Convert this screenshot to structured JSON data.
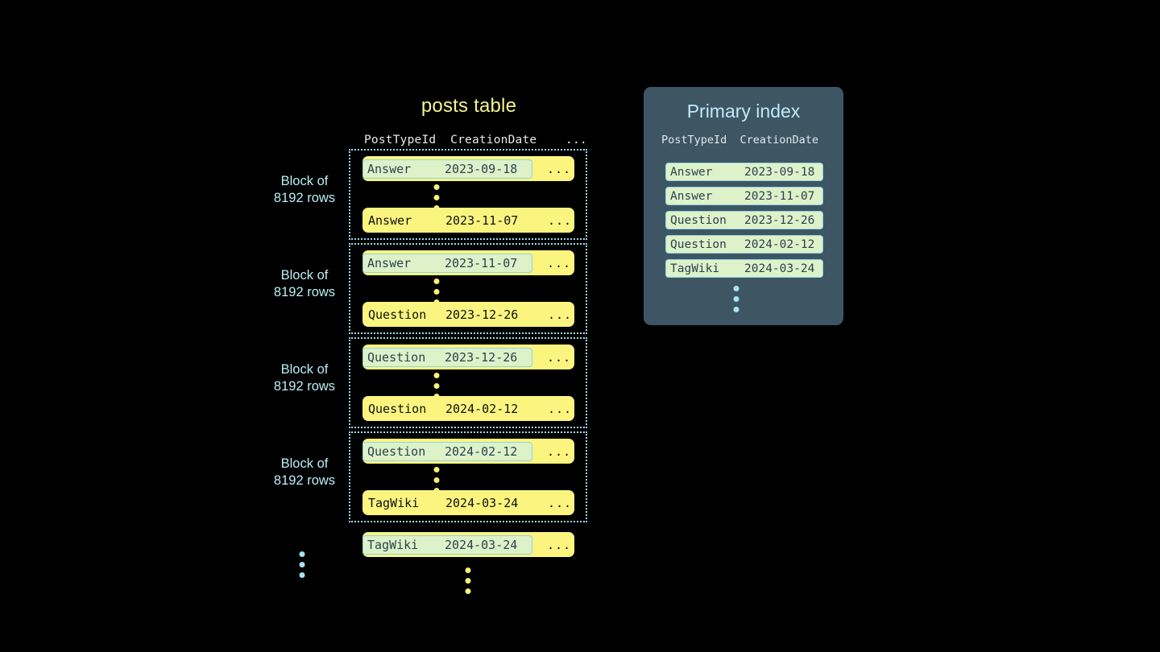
{
  "colors": {
    "background": "#000000",
    "row_yellow": "#fbf580",
    "highlight_green": "#ddf2c9",
    "highlight_border": "#8fd3e4",
    "panel_slate": "#3e5563",
    "title_yellow": "#f5f58a",
    "title_cyan": "#bfeaf8",
    "label_cyan": "#b9eef7",
    "dot_yellow": "#f7f07a",
    "dot_blue": "#a8e3f2",
    "dotted_border": "#9bdbe8"
  },
  "posts_table": {
    "title": "posts table",
    "columns": [
      "PostTypeId",
      "CreationDate",
      "..."
    ],
    "column_header_text": "PostTypeId  CreationDate    ...",
    "more_cell": "...",
    "block_label": "Block of\n8192 rows",
    "block_label_line1": "Block of",
    "block_label_line2": "8192 rows",
    "blocks": [
      {
        "label_line1": "Block of",
        "label_line2": "8192 rows",
        "first_row": {
          "type": "Answer",
          "date": "2023-09-18",
          "more": "...",
          "highlighted": true
        },
        "last_row": {
          "type": "Answer",
          "date": "2023-11-07",
          "more": "...",
          "highlighted": false
        }
      },
      {
        "label_line1": "Block of",
        "label_line2": "8192 rows",
        "first_row": {
          "type": "Answer",
          "date": "2023-11-07",
          "more": "...",
          "highlighted": true
        },
        "last_row": {
          "type": "Question",
          "date": "2023-12-26",
          "more": "...",
          "highlighted": false
        }
      },
      {
        "label_line1": "Block of",
        "label_line2": "8192 rows",
        "first_row": {
          "type": "Question",
          "date": "2023-12-26",
          "more": "...",
          "highlighted": true
        },
        "last_row": {
          "type": "Question",
          "date": "2024-02-12",
          "more": "...",
          "highlighted": false
        }
      },
      {
        "label_line1": "Block of",
        "label_line2": "8192 rows",
        "first_row": {
          "type": "Question",
          "date": "2024-02-12",
          "more": "...",
          "highlighted": true
        },
        "last_row": {
          "type": "TagWiki",
          "date": "2024-03-24",
          "more": "...",
          "highlighted": false
        }
      }
    ],
    "trailing_row": {
      "type": "TagWiki",
      "date": "2024-03-24",
      "more": "...",
      "highlighted": true
    }
  },
  "primary_index": {
    "title": "Primary index",
    "columns": [
      "PostTypeId",
      "CreationDate"
    ],
    "column_header_text": "PostTypeId  CreationDate",
    "rows": [
      {
        "type": "Answer",
        "date": "2023-09-18"
      },
      {
        "type": "Answer",
        "date": "2023-11-07"
      },
      {
        "type": "Question",
        "date": "2023-12-26"
      },
      {
        "type": "Question",
        "date": "2024-02-12"
      },
      {
        "type": "TagWiki",
        "date": "2024-03-24"
      }
    ]
  }
}
